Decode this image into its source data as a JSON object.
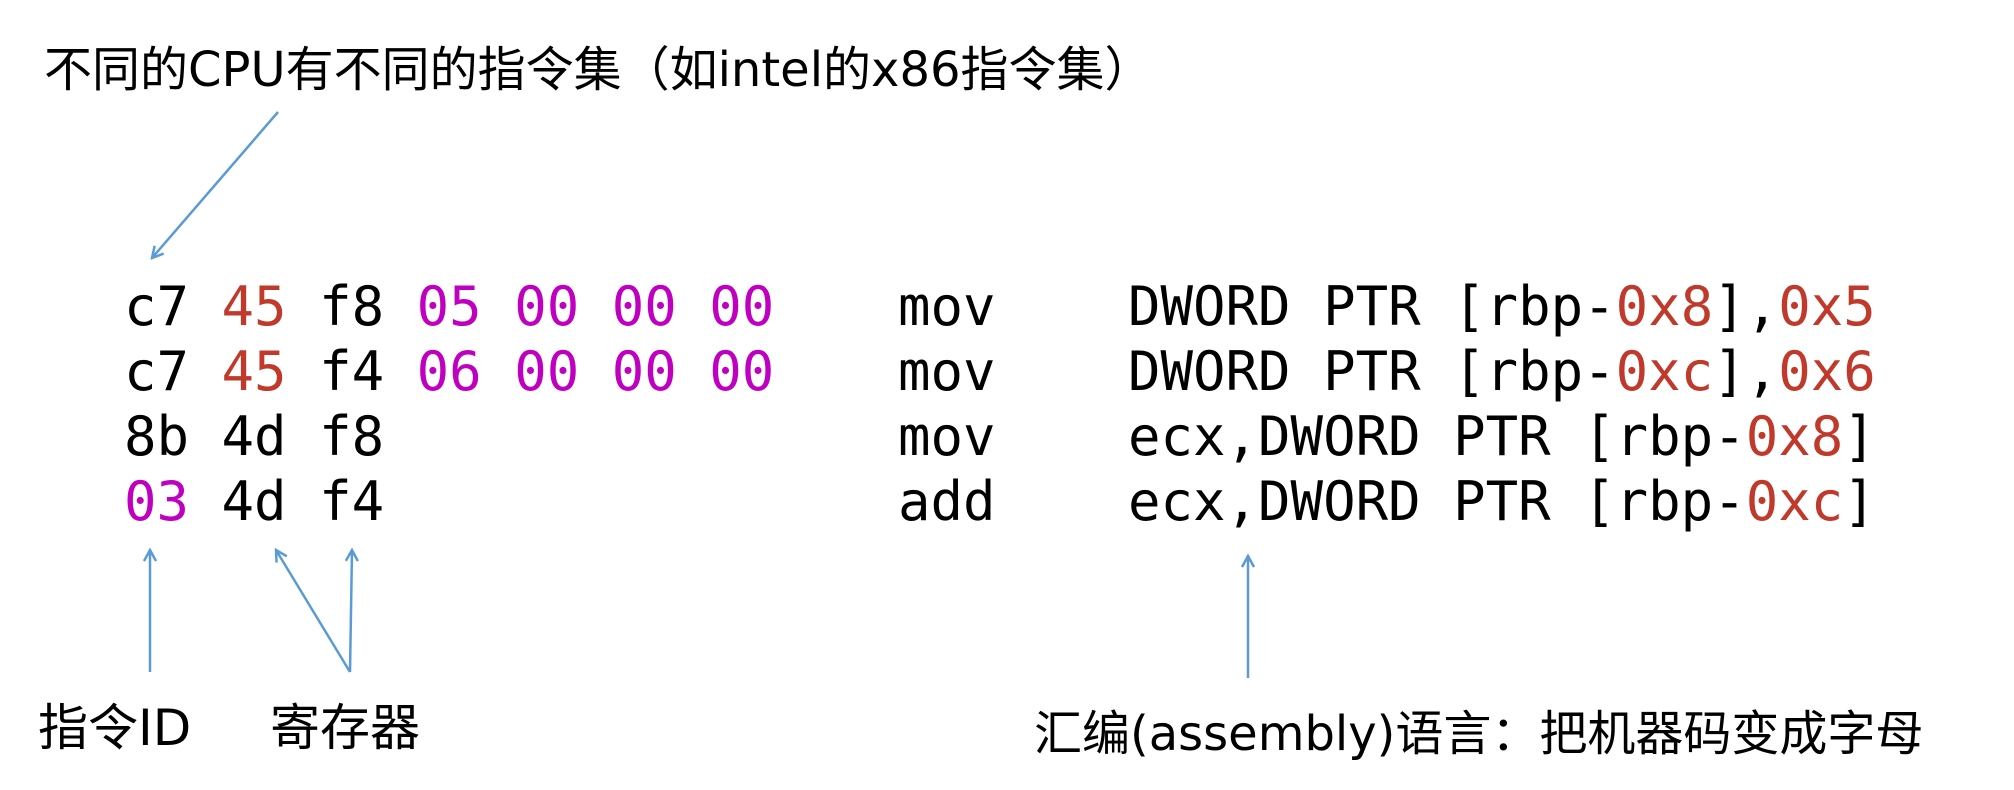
{
  "colors": {
    "text": "#000000",
    "red": "#C0392B",
    "magenta": "#C000C0",
    "arrow": "#5B9BD5"
  },
  "title": "不同的CPU有不同的指令集（如intel的x86指令集）",
  "labels": {
    "opcode": "指令ID",
    "register": "寄存器",
    "assembly": "汇编(assembly)语言：把机器码变成字母"
  },
  "machine_code": [
    [
      {
        "t": "c7",
        "c": "text"
      },
      {
        "t": "45",
        "c": "red"
      },
      {
        "t": "f8",
        "c": "text"
      },
      {
        "t": "05",
        "c": "magenta"
      },
      {
        "t": "00",
        "c": "magenta"
      },
      {
        "t": "00",
        "c": "magenta"
      },
      {
        "t": "00",
        "c": "magenta"
      }
    ],
    [
      {
        "t": "c7",
        "c": "text"
      },
      {
        "t": "45",
        "c": "red"
      },
      {
        "t": "f4",
        "c": "text"
      },
      {
        "t": "06",
        "c": "magenta"
      },
      {
        "t": "00",
        "c": "magenta"
      },
      {
        "t": "00",
        "c": "magenta"
      },
      {
        "t": "00",
        "c": "magenta"
      }
    ],
    [
      {
        "t": "8b",
        "c": "text"
      },
      {
        "t": "4d",
        "c": "text"
      },
      {
        "t": "f8",
        "c": "text"
      }
    ],
    [
      {
        "t": "03",
        "c": "magenta"
      },
      {
        "t": "4d",
        "c": "text"
      },
      {
        "t": "f4",
        "c": "text"
      }
    ]
  ],
  "mnemonics": [
    "mov",
    "mov",
    "mov",
    "add"
  ],
  "operands": [
    [
      {
        "t": "DWORD PTR [rbp-",
        "c": "text"
      },
      {
        "t": "0x8",
        "c": "red"
      },
      {
        "t": "],",
        "c": "text"
      },
      {
        "t": "0x5",
        "c": "red"
      }
    ],
    [
      {
        "t": "DWORD PTR [rbp-",
        "c": "text"
      },
      {
        "t": "0xc",
        "c": "red"
      },
      {
        "t": "],",
        "c": "text"
      },
      {
        "t": "0x6",
        "c": "red"
      }
    ],
    [
      {
        "t": "ecx,DWORD PTR [rbp-",
        "c": "text"
      },
      {
        "t": "0x8",
        "c": "red"
      },
      {
        "t": "]",
        "c": "text"
      }
    ],
    [
      {
        "t": "ecx,DWORD PTR [rbp-",
        "c": "text"
      },
      {
        "t": "0xc",
        "c": "red"
      },
      {
        "t": "]",
        "c": "text"
      }
    ]
  ]
}
